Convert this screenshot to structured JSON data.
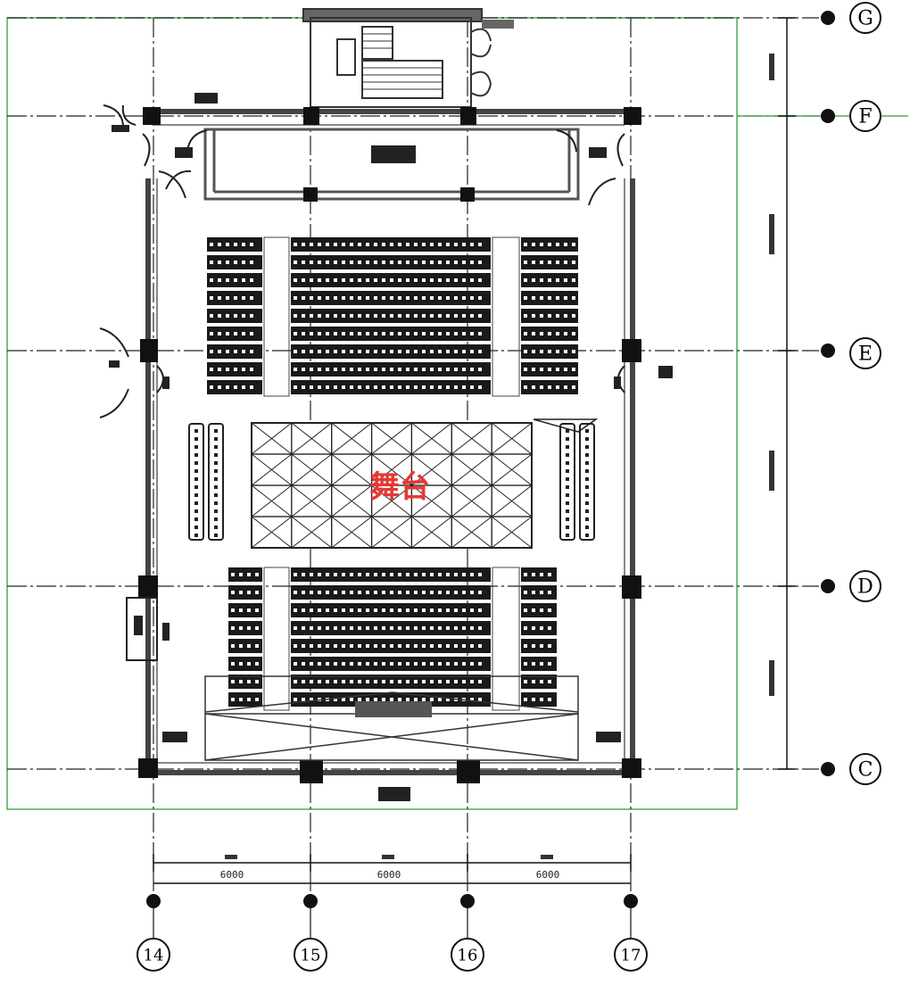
{
  "drawing": {
    "stage_label": "舞台",
    "colors": {
      "line": "#111111",
      "grid": "#222222",
      "boundary": "#4caf50",
      "stage_text": "#e53935",
      "wall": "#555555"
    },
    "vertical_axes": [
      {
        "id": "axis-14",
        "label": "14"
      },
      {
        "id": "axis-15",
        "label": "15"
      },
      {
        "id": "axis-16",
        "label": "16"
      },
      {
        "id": "axis-17",
        "label": "17"
      }
    ],
    "horizontal_axes": [
      {
        "id": "axis-g",
        "label": "G"
      },
      {
        "id": "axis-f",
        "label": "F"
      },
      {
        "id": "axis-e",
        "label": "E"
      },
      {
        "id": "axis-d",
        "label": "D"
      },
      {
        "id": "axis-c",
        "label": "C"
      }
    ],
    "bottom_dimensions": [
      "6000",
      "6000",
      "6000"
    ],
    "right_dimensions": [
      "",
      "",
      "",
      ""
    ]
  }
}
